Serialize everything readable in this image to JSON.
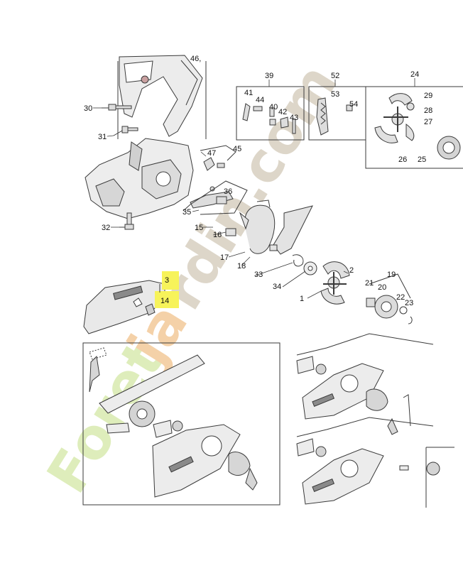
{
  "colors": {
    "line": "#3a3a3a",
    "part_fill": "#e9e9e9",
    "part_dark": "#bdbdbd",
    "highlight": "#f7f35a",
    "watermark_green": "#d9eab0",
    "watermark_orange": "#f3c99a",
    "watermark_grey": "#d8d0c0"
  },
  "diagram": {
    "labels": {
      "n30": "30",
      "n31": "31",
      "n32": "32",
      "n46": "46,",
      "n39": "39",
      "n41": "41",
      "n44": "44",
      "n40": "40",
      "n42": "42",
      "n43": "43",
      "n52": "52",
      "n53": "53",
      "n54": "54",
      "n24": "24",
      "n29": "29",
      "n28": "28",
      "n27": "27",
      "n26": "26",
      "n25": "25",
      "n47": "47",
      "n45": "45",
      "n36": "36",
      "n35": "35",
      "n15": "15",
      "n16": "16",
      "n17": "17",
      "n18": "18",
      "n33": "33",
      "n34": "34",
      "n1": "1",
      "n2": "2",
      "n19": "19",
      "n21": "21",
      "n20": "20",
      "n22": "22",
      "n23": "23",
      "n3": "3",
      "n14": "14"
    },
    "watermark": {
      "green_text": "Foret",
      "orange_text": "ja",
      "grey_text": "rdin.com"
    }
  }
}
